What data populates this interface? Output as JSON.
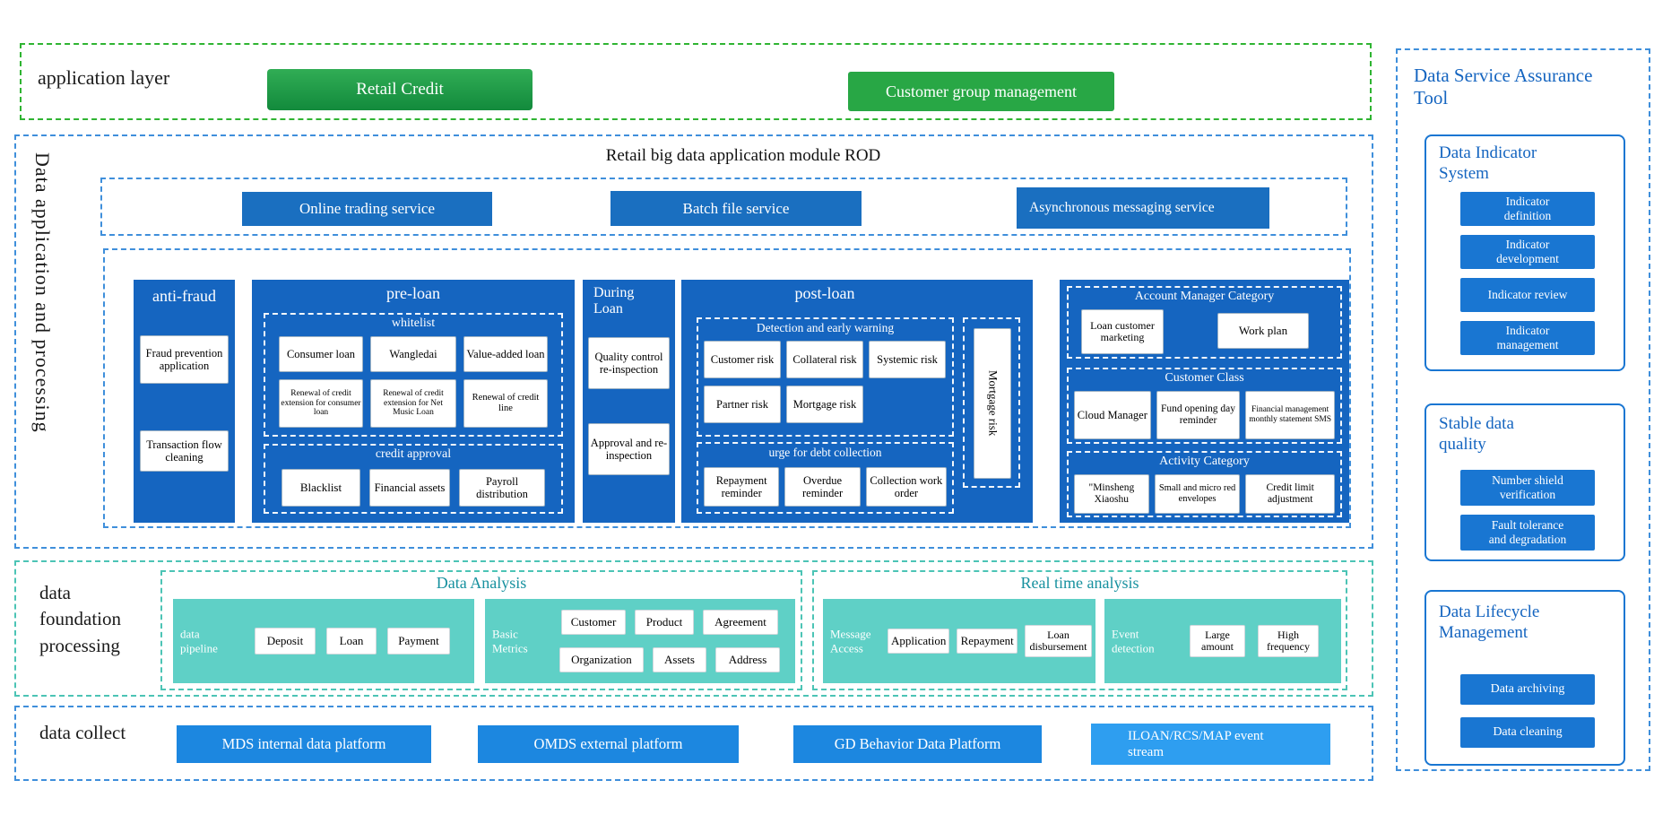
{
  "application_layer": {
    "label": "application layer",
    "buttons": [
      "Retail Credit",
      "Customer group management"
    ]
  },
  "data_application": {
    "side_label": "Data application and processing",
    "module_title": "Retail big data application module ROD",
    "services": [
      "Online trading service",
      "Batch file service",
      "Asynchronous messaging service"
    ],
    "anti_fraud": {
      "title": "anti-fraud",
      "items": [
        "Fraud prevention application",
        "Transaction flow cleaning"
      ]
    },
    "pre_loan": {
      "title": "pre-loan",
      "whitelist": {
        "title": "whitelist",
        "row1": [
          "Consumer loan",
          "Wangledai",
          "Value-added loan"
        ],
        "row2": [
          "Renewal of credit extension for consumer loan",
          "Renewal of credit extension for Net Music Loan",
          "Renewal of credit line"
        ]
      },
      "credit_approval": {
        "title": "credit approval",
        "items": [
          "Blacklist",
          "Financial assets",
          "Payroll distribution"
        ]
      }
    },
    "during_loan": {
      "title": "During Loan",
      "items": [
        "Quality control re-inspection",
        "Approval and re-inspection"
      ]
    },
    "post_loan": {
      "title": "post-loan",
      "detection": {
        "title": "Detection and early warning",
        "row1": [
          "Customer risk",
          "Collateral risk",
          "Systemic risk"
        ],
        "row2": [
          "Partner risk",
          "Mortgage risk"
        ]
      },
      "collection": {
        "title": "urge for debt collection",
        "items": [
          "Repayment reminder",
          "Overdue reminder",
          "Collection work order"
        ]
      },
      "side_box": "Mortgage risk"
    },
    "manager": {
      "account_category": {
        "title": "Account Manager Category",
        "items": [
          "Loan customer marketing",
          "Work plan"
        ]
      },
      "customer_class": {
        "title": "Customer Class",
        "items": [
          "Cloud Manager",
          "Fund opening day reminder",
          "Financial management monthly statement SMS"
        ]
      },
      "activity_category": {
        "title": "Activity Category",
        "items": [
          "\"Minsheng Xiaoshu",
          "Small and micro red envelopes",
          "Credit limit adjustment"
        ]
      }
    }
  },
  "data_foundation": {
    "label": "data foundation processing",
    "data_analysis": {
      "title": "Data Analysis",
      "data_pipeline": {
        "label": "data pipeline",
        "items": [
          "Deposit",
          "Loan",
          "Payment"
        ]
      },
      "basic_metrics": {
        "label": "Basic Metrics",
        "row1": [
          "Customer",
          "Product",
          "Agreement"
        ],
        "row2": [
          "Organization",
          "Assets",
          "Address"
        ]
      }
    },
    "real_time": {
      "title": "Real time analysis",
      "message_access": {
        "label": "Message Access",
        "items": [
          "Application",
          "Repayment",
          "Loan disbursement"
        ]
      },
      "event_detection": {
        "label": "Event detection",
        "items": [
          "Large amount",
          "High frequency"
        ]
      }
    }
  },
  "data_collect": {
    "label": "data collect",
    "platforms": [
      "MDS internal data platform",
      "OMDS external platform",
      "GD Behavior Data Platform",
      "ILOAN/RCS/MAP event stream"
    ]
  },
  "assurance_tool": {
    "title": "Data Service Assurance Tool",
    "indicator_system": {
      "title": "Data Indicator System",
      "items": [
        "Indicator definition",
        "Indicator development",
        "Indicator review",
        "Indicator management"
      ]
    },
    "data_quality": {
      "title": "Stable data quality",
      "items": [
        "Number shield verification",
        "Fault tolerance and degradation"
      ]
    },
    "lifecycle": {
      "title": "Data Lifecycle Management",
      "items": [
        "Data archiving",
        "Data cleaning"
      ]
    }
  },
  "colors": {
    "app_border_green": "#2fb432",
    "retail_credit_green": "#1f9a44",
    "customer_group_green": "#28a745",
    "blue_dashed": "#3f8fdb",
    "deep_blue_fill": "#1565c0",
    "service_blue": "#1a6fc0",
    "teal_dashed": "#4cc4b5",
    "teal_fill": "#5fd0c6",
    "analysis_title_teal": "#17919f",
    "collect_blue": "#1c87e0",
    "collect_light_blue": "#2e9ef0",
    "sidebar_blue": "#1976d2",
    "sidebar_title_blue": "#1565c0"
  }
}
